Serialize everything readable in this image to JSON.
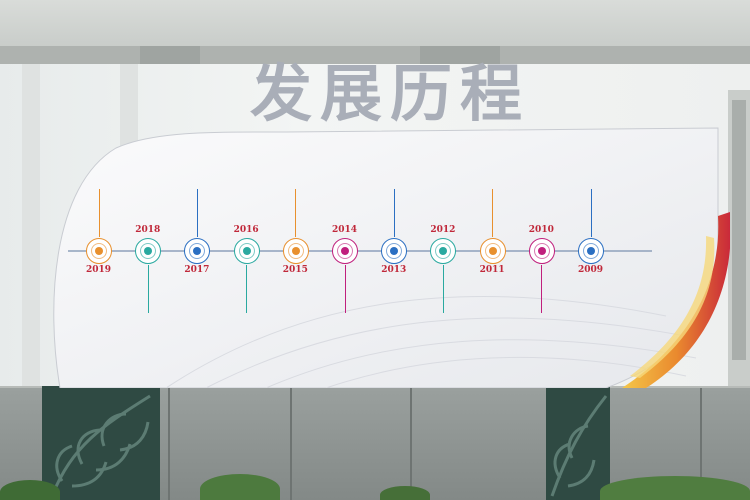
{
  "sign": {
    "title": "发展历程"
  },
  "colors": {
    "red": "#c9283a",
    "blue": "#2b6fc2",
    "teal": "#2aa9a0",
    "orange": "#e8902e",
    "magenta": "#c0207d",
    "line": "#8ea0bb",
    "year": "#c0283a"
  },
  "timeline": [
    {
      "year": "2019",
      "color": "#e8902e",
      "labelPos": "below"
    },
    {
      "year": "2018",
      "color": "#2aa9a0",
      "labelPos": "above"
    },
    {
      "year": "2017",
      "color": "#2b6fc2",
      "labelPos": "below"
    },
    {
      "year": "2016",
      "color": "#2aa9a0",
      "labelPos": "above"
    },
    {
      "year": "2015",
      "color": "#e8902e",
      "labelPos": "below"
    },
    {
      "year": "2014",
      "color": "#c0207d",
      "labelPos": "above"
    },
    {
      "year": "2013",
      "color": "#2b6fc2",
      "labelPos": "below"
    },
    {
      "year": "2012",
      "color": "#2aa9a0",
      "labelPos": "above"
    },
    {
      "year": "2011",
      "color": "#e8902e",
      "labelPos": "below"
    },
    {
      "year": "2010",
      "color": "#c0207d",
      "labelPos": "above"
    },
    {
      "year": "2009",
      "color": "#2b6fc2",
      "labelPos": "below"
    }
  ]
}
